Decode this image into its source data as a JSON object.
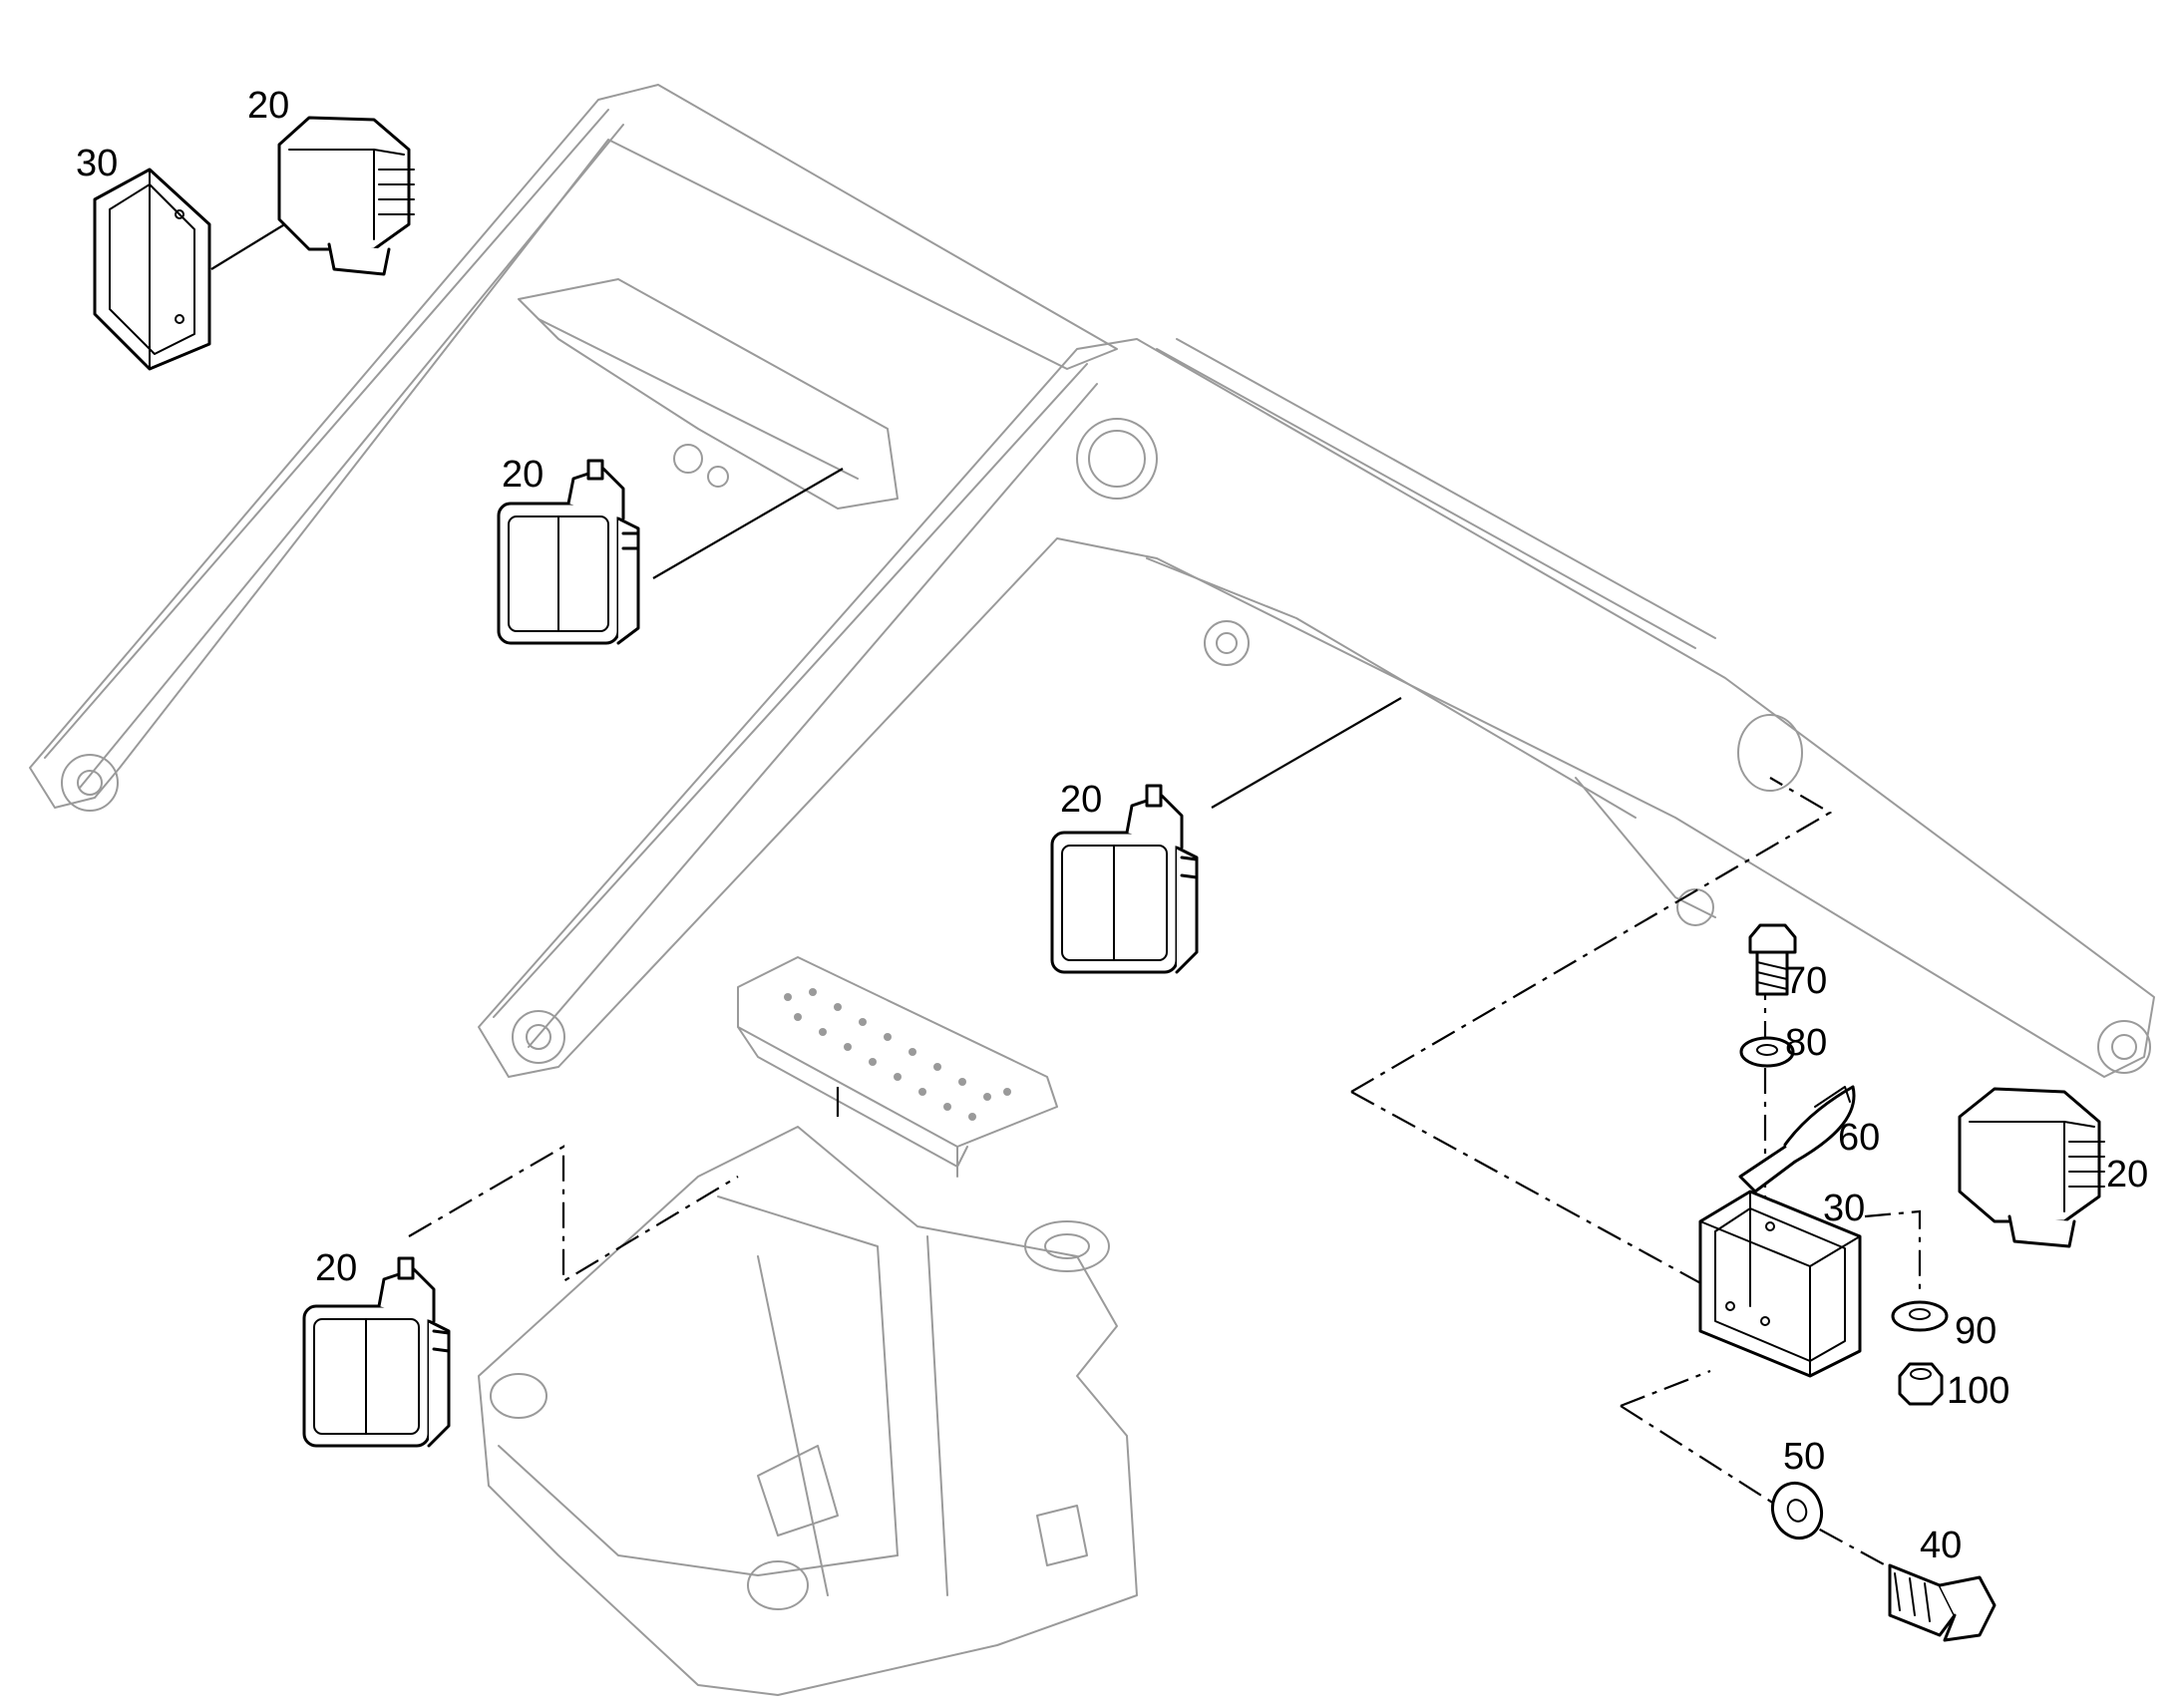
{
  "callouts": {
    "lamp_top_left": "20",
    "bracket_top_left": "30",
    "lamp_upper_mid": "20",
    "lamp_center": "20",
    "lamp_lower_left": "20",
    "lamp_right": "20",
    "bolt_70": "70",
    "washer_80": "80",
    "clip_60": "60",
    "bracket_30": "30",
    "washer_90": "90",
    "nut_100": "100",
    "washer_50": "50",
    "bolt_40": "40"
  },
  "colors": {
    "background": "#ffffff",
    "part_line": "#000000",
    "ghost_line": "#9a9a9a"
  }
}
